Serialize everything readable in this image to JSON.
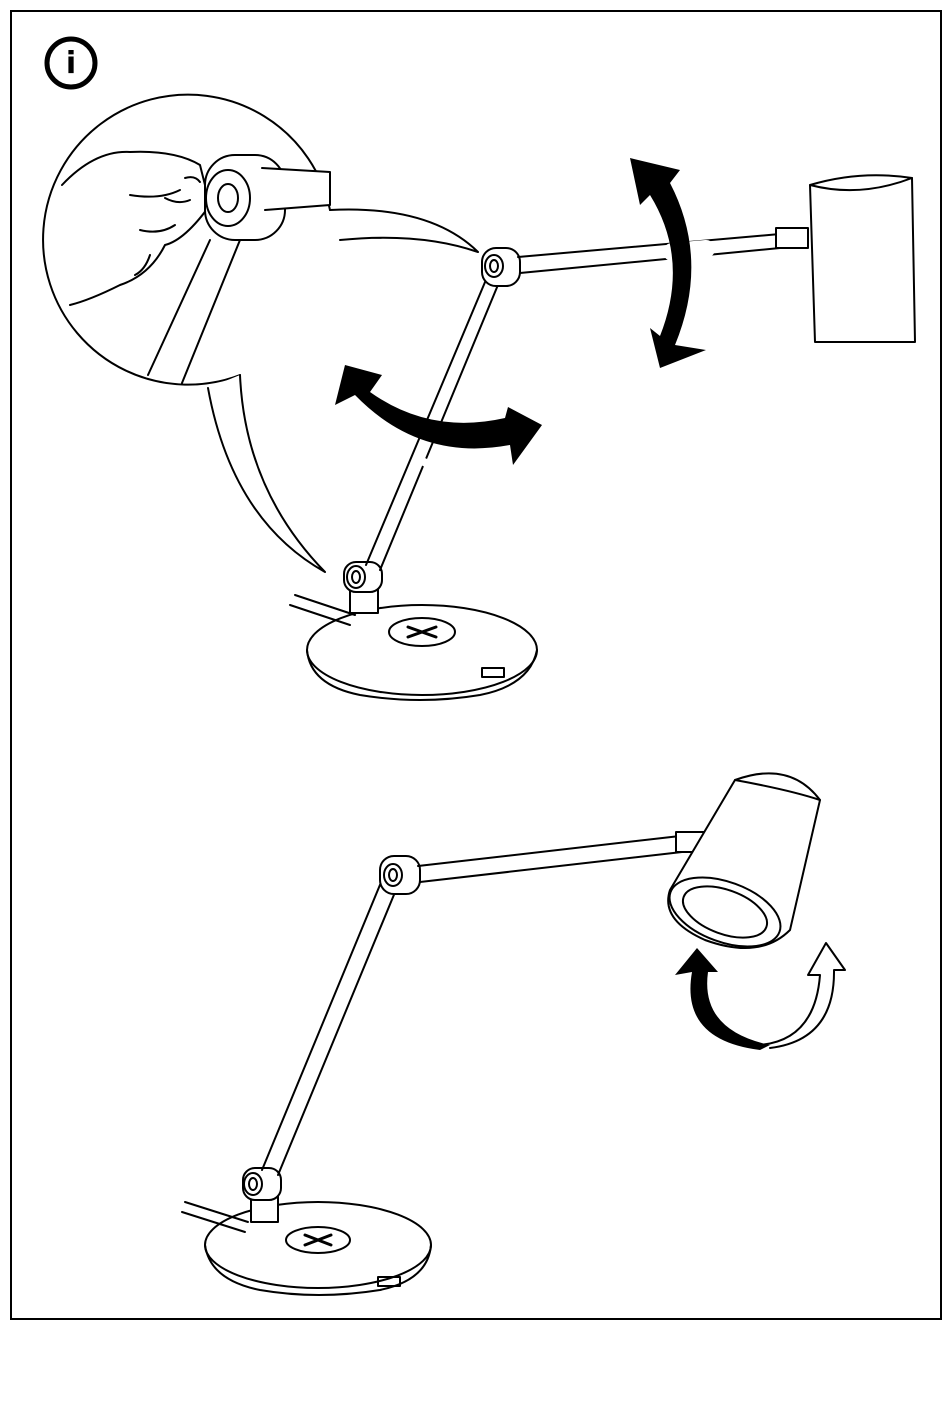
{
  "page": {
    "info_icon": "info-icon",
    "info_glyph": "i"
  },
  "illustrations": [
    {
      "name": "lamp-adjust-arms",
      "icons": [
        "hand-icon",
        "curved-double-arrow-icon",
        "curved-double-arrow-icon"
      ]
    },
    {
      "name": "lamp-rotate-head",
      "icons": [
        "rotate-arrow-icon"
      ]
    }
  ],
  "colors": {
    "ink": "#000000",
    "paper": "#ffffff"
  }
}
